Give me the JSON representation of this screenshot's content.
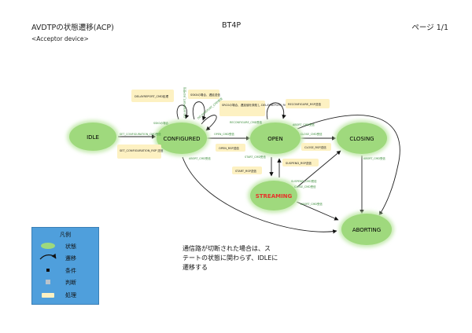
{
  "header": {
    "title": "AVDTPの状態遷移(ACP)",
    "subtitle": "<Acceptor device>",
    "center": "BT4P",
    "page": "ページ 1/1"
  },
  "states": {
    "idle": "IDLE",
    "configured": "CONFIGURED",
    "open": "OPEN",
    "closing": "CLOSING",
    "streaming": "STREAMING",
    "aborting": "ABORTING"
  },
  "colors": {
    "state_fill": "#9fd97d",
    "state_glow": "#c8ebb3",
    "process_fill": "#fdf1c2",
    "streaming_text": "#e8322b",
    "legend_bg": "#4f9fdc",
    "label_green": "#3f8f3f"
  },
  "processes": [
    {
      "text": "DELAYREPORT_CMD処理"
    },
    {
      "text": "SSK0の場合、遅延送信"
    },
    {
      "text": "SRC0の場合、遅延値を検知し DELAYREPORT_RSP送信"
    },
    {
      "text": "RECONFIGURE_RSP送信"
    },
    {
      "text": "SET_CONFIGURATION_RSP 送信"
    },
    {
      "text": "OPEN_RSP送信"
    },
    {
      "text": "CLOSE_RSP送信"
    },
    {
      "text": "START_RSP送信"
    },
    {
      "text": "SUSPEND_RSP送信"
    }
  ],
  "transitions": [
    {
      "text": "SSK0の場合"
    },
    {
      "text": "SET_CONFIGURATION_CMD受信"
    },
    {
      "text": "DELAYREPORT_RSP受信"
    },
    {
      "text": "DELAYREPORT_CMD受信"
    },
    {
      "text": "OPEN_CMD受信"
    },
    {
      "text": "RECONFIGURE_CMD受信"
    },
    {
      "text": "ABORT_CMD受信"
    },
    {
      "text": "ABORT_CMD受信"
    },
    {
      "text": "CLOSE_CMD受信"
    },
    {
      "text": "ABORT_CMD受信"
    },
    {
      "text": "START_CMD受信"
    },
    {
      "text": "SUSPEND_CMD受信"
    },
    {
      "text": "CLOSE_CMD受信"
    },
    {
      "text": "ABORT_CMD受信"
    }
  ],
  "note": "通信路が切断された場合は、ス\nテートの状態に関わらず、IDLEに\n遷移する",
  "legend": {
    "title": "凡例",
    "items": [
      {
        "label": "状態",
        "icon": "state-icon"
      },
      {
        "label": "遷移",
        "icon": "transition-icon"
      },
      {
        "label": "条件",
        "icon": "condition-icon"
      },
      {
        "label": "判断",
        "icon": "decision-icon"
      },
      {
        "label": "処理",
        "icon": "process-icon"
      }
    ]
  }
}
